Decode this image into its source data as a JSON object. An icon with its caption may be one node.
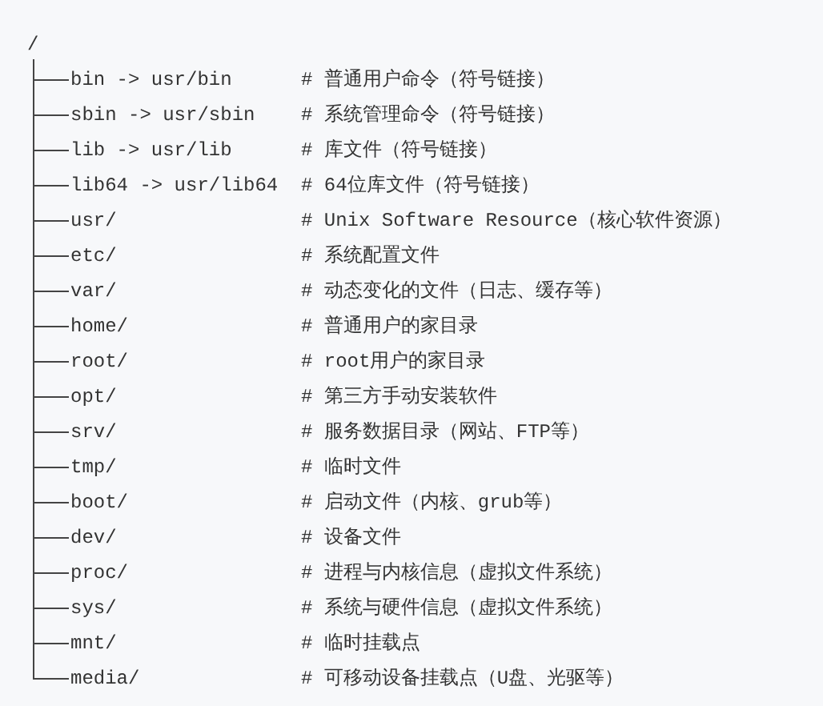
{
  "diagram": {
    "nodes": [
      {
        "text": [
          "/"
        ]
      },
      {
        "text": [
          "bin -> usr/bin"
        ]
      },
      {
        "text": [
          "sbin -> usr/sbin"
        ]
      },
      {
        "text": [
          "lib -> usr/lib"
        ]
      },
      {
        "text": [
          "lib64 -> usr/lib64"
        ]
      },
      {
        "text": [
          "usr/"
        ]
      },
      {
        "text": [
          "etc/"
        ]
      },
      {
        "text": [
          "var/"
        ]
      },
      {
        "text": [
          "home/"
        ]
      },
      {
        "text": [
          "root/"
        ]
      },
      {
        "text": [
          "opt/"
        ]
      },
      {
        "text": [
          "srv/"
        ]
      },
      {
        "text": [
          "tmp/"
        ]
      },
      {
        "text": [
          "boot/"
        ]
      },
      {
        "text": [
          "dev/"
        ]
      },
      {
        "text": [
          "proc/"
        ]
      },
      {
        "text": [
          "sys/"
        ]
      },
      {
        "text": [
          "mnt/"
        ]
      },
      {
        "text": [
          "media/"
        ]
      }
    ],
    "edges": [
      {
        "from": 0,
        "to": 1,
        "arrow": "none"
      },
      {
        "from": 0,
        "to": 2,
        "arrow": "none"
      },
      {
        "from": 0,
        "to": 3,
        "arrow": "none"
      },
      {
        "from": 0,
        "to": 4,
        "arrow": "none"
      },
      {
        "from": 0,
        "to": 5,
        "arrow": "none"
      },
      {
        "from": 0,
        "to": 6,
        "arrow": "none"
      },
      {
        "from": 0,
        "to": 7,
        "arrow": "none"
      },
      {
        "from": 0,
        "to": 8,
        "arrow": "none"
      },
      {
        "from": 0,
        "to": 9,
        "arrow": "none"
      },
      {
        "from": 0,
        "to": 10,
        "arrow": "none"
      },
      {
        "from": 0,
        "to": 11,
        "arrow": "none"
      },
      {
        "from": 0,
        "to": 12,
        "arrow": "none"
      },
      {
        "from": 0,
        "to": 13,
        "arrow": "none"
      },
      {
        "from": 0,
        "to": 14,
        "arrow": "none"
      },
      {
        "from": 0,
        "to": 15,
        "arrow": "none"
      },
      {
        "from": 0,
        "to": 16,
        "arrow": "none"
      },
      {
        "from": 0,
        "to": 17,
        "arrow": "none"
      },
      {
        "from": 0,
        "to": 18,
        "arrow": "none"
      }
    ],
    "labels": [
      "# 普通用户命令（符号链接）",
      "# 系统管理命令（符号链接）",
      "# 库文件（符号链接）",
      "# 64位库文件（符号链接）",
      "# Unix Software Resource（核心软件资源）",
      "# 系统配置文件",
      "# 动态变化的文件（日志、缓存等）",
      "# 普通用户的家目录",
      "# root用户的家目录",
      "# 第三方手动安装软件",
      "# 服务数据目录（网站、FTP等）",
      "# 临时文件",
      "# 启动文件（内核、grub等）",
      "# 设备文件",
      "# 进程与内核信息（虚拟文件系统）",
      "# 系统与硬件信息（虚拟文件系统）",
      "# 临时挂载点",
      "# 可移动设备挂载点（U盘、光驱等）"
    ]
  }
}
